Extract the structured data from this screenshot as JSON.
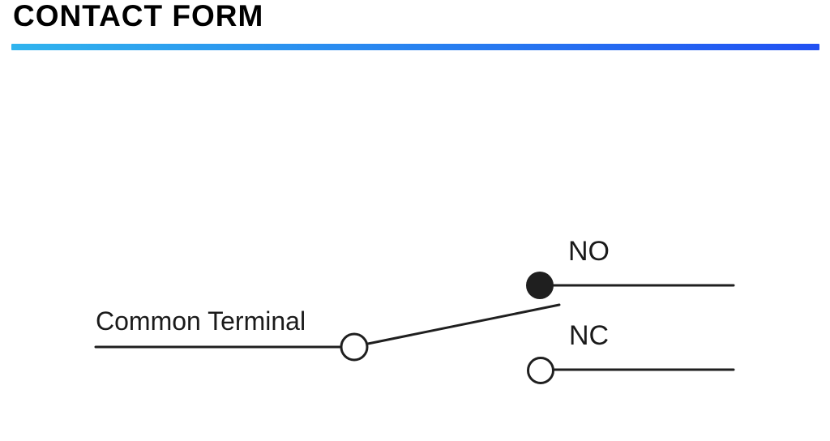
{
  "header": {
    "title": "CONTACT FORM",
    "underline": {
      "gradient_start": "#30b4ee",
      "gradient_end": "#2150f2"
    }
  },
  "diagram": {
    "stroke_color": "#1f1f1f",
    "labels": {
      "common_terminal": "Common Terminal",
      "normally_open": "NO",
      "normally_closed": "NC"
    }
  }
}
